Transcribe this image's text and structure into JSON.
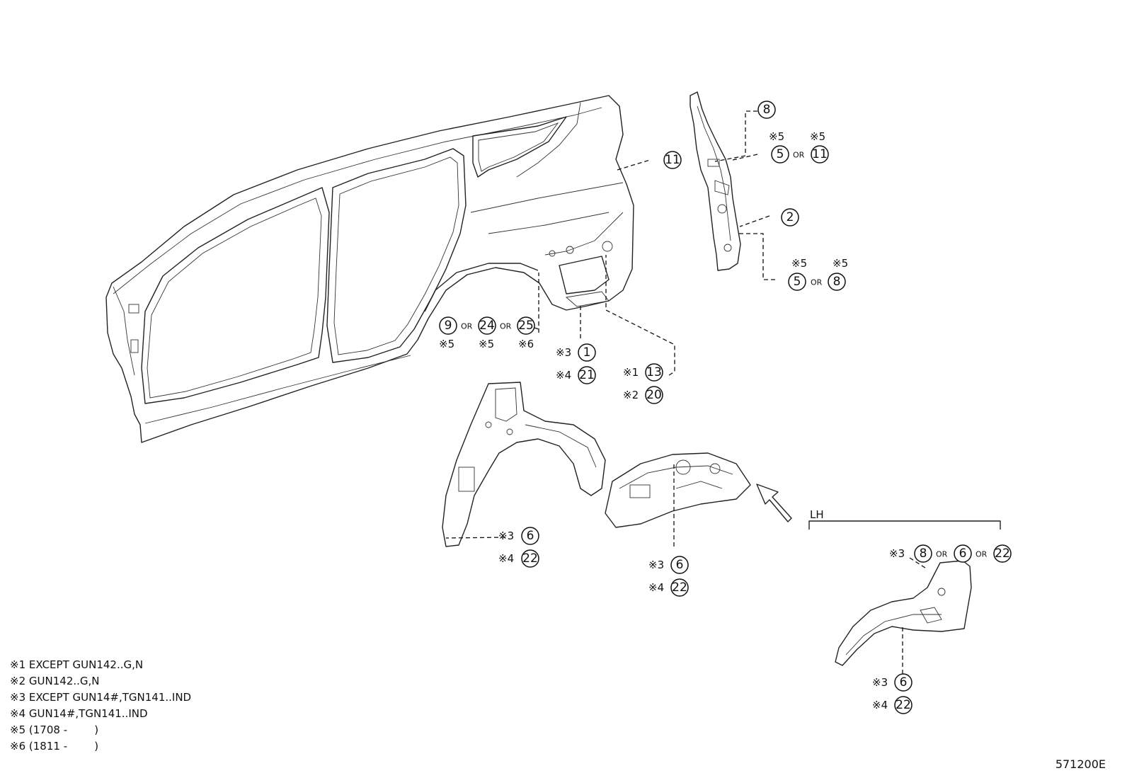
{
  "diagram": {
    "side_tag": "LH",
    "footer_code": "571200E",
    "notes": [
      {
        "mark": "※1",
        "text": "EXCEPT GUN142..G,N"
      },
      {
        "mark": "※2",
        "text": "GUN142..G,N"
      },
      {
        "mark": "※3",
        "text": "EXCEPT GUN14#,TGN141..IND"
      },
      {
        "mark": "※4",
        "text": "GUN14#,TGN141..IND"
      },
      {
        "mark": "※5",
        "text": "(1708 -        )"
      },
      {
        "mark": "※6",
        "text": "(1811 -        )"
      }
    ],
    "callouts": [
      {
        "id": "c11-quarter",
        "items": [
          {
            "num": "11"
          }
        ]
      },
      {
        "id": "c8-pillar-top",
        "items": [
          {
            "num": "8"
          }
        ]
      },
      {
        "id": "c5-11-pillar",
        "items": [
          {
            "num": "5",
            "note": "※5"
          },
          {
            "num": "11",
            "note": "※5"
          }
        ]
      },
      {
        "id": "c2-pillar",
        "items": [
          {
            "num": "2"
          }
        ]
      },
      {
        "id": "c5-8-pillar",
        "items": [
          {
            "num": "5",
            "note": "※5"
          },
          {
            "num": "8",
            "note": "※5"
          }
        ]
      },
      {
        "id": "c9-24-25",
        "items": [
          {
            "num": "9",
            "note": "※5"
          },
          {
            "num": "24",
            "note": "※5"
          },
          {
            "num": "25",
            "note": "※6"
          }
        ]
      },
      {
        "id": "c1",
        "items": [
          {
            "num": "1",
            "note": "※3"
          }
        ]
      },
      {
        "id": "c21",
        "items": [
          {
            "num": "21",
            "note": "※4"
          }
        ]
      },
      {
        "id": "c13",
        "items": [
          {
            "num": "13",
            "note": "※1"
          }
        ]
      },
      {
        "id": "c20",
        "items": [
          {
            "num": "20",
            "note": "※2"
          }
        ]
      },
      {
        "id": "c6-wheelhouse",
        "items": [
          {
            "num": "6",
            "note": "※3"
          }
        ]
      },
      {
        "id": "c22-wheelhouse",
        "items": [
          {
            "num": "22",
            "note": "※4"
          }
        ]
      },
      {
        "id": "c6-extension",
        "items": [
          {
            "num": "6",
            "note": "※3"
          }
        ]
      },
      {
        "id": "c22-extension",
        "items": [
          {
            "num": "22",
            "note": "※4"
          }
        ]
      },
      {
        "id": "c8-6-22-lh",
        "items": [
          {
            "num": "8",
            "note": "※3"
          },
          {
            "num": "6"
          },
          {
            "num": "22"
          }
        ]
      },
      {
        "id": "c6-lh",
        "items": [
          {
            "num": "6",
            "note": "※3"
          }
        ]
      },
      {
        "id": "c22-lh",
        "items": [
          {
            "num": "22",
            "note": "※4"
          }
        ]
      }
    ],
    "or_label": "OR"
  }
}
